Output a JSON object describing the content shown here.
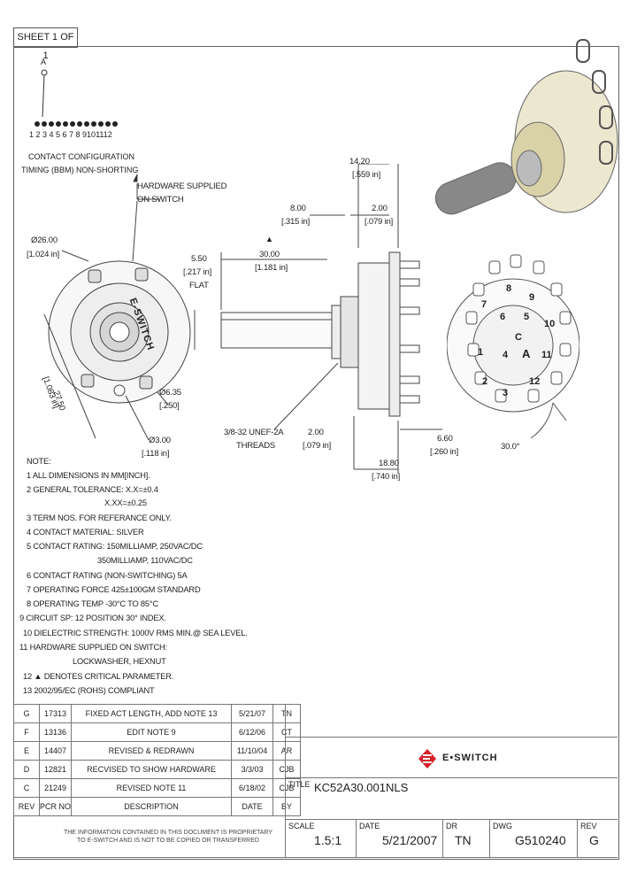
{
  "sheet_label": "SHEET 1 OF 1",
  "contact_diagram": {
    "marker": "A",
    "numbers": "1 2 3 4 5 6 7 8 9101112",
    "caption_line1": "CONTACT CONFIGURATION",
    "caption_line2": "TIMING (BBM) NON-SHORTING"
  },
  "front_view": {
    "hardware_note_line1": "HARDWARE SUPPLIED",
    "hardware_note_line2": "ON SWITCH",
    "dia_mm": "Ø26.00",
    "dia_in": "[1.024 in]",
    "bolt_mm": "27.50",
    "bolt_in": "[1.083 in]",
    "pin_mm": "Ø6.35",
    "pin_in": "[.250]",
    "hole_mm": "Ø3.00",
    "hole_in": "[.118 in]",
    "brand_text": "E-SWITCH"
  },
  "side_view": {
    "d1420_mm": "14.20",
    "d1420_in": "[.559 in]",
    "d800_mm": "8.00",
    "d800_in": "[.315 in]",
    "d200a_mm": "2.00",
    "d200a_in": "[.079 in]",
    "d3000_mm": "30.00",
    "d3000_in": "[1.181 in]",
    "d550_mm": "5.50",
    "d550_in": "[.217 in]",
    "flat_label": "FLAT",
    "thread_line1": "3/8-32 UNEF-2A",
    "thread_line2": "THREADS",
    "d200b_mm": "2.00",
    "d200b_in": "[.079 in]",
    "d660_mm": "6.60",
    "d660_in": "[.260 in]",
    "d1880_mm": "18.80",
    "d1880_in": "[.740 in]"
  },
  "rear_view": {
    "angle_label": "30.0°",
    "terminal_labels": [
      "7",
      "8",
      "9",
      "10",
      "11",
      "12",
      "1",
      "2",
      "3",
      "4",
      "5",
      "6",
      "A",
      "C"
    ]
  },
  "notes": {
    "heading": "NOTE:",
    "lines": [
      "1  ALL DIMENSIONS IN MM[INCH].",
      "2  GENERAL TOLERANCE: X.X=±0.4",
      "X.XX=±0.25",
      "3  TERM NOS. FOR REFERANCE ONLY.",
      "4  CONTACT MATERIAL: SILVER",
      "5  CONTACT RATING: 150MILLIAMP, 250VAC/DC",
      "350MILLIAMP, 110VAC/DC",
      "6  CONTACT RATING (NON-SWITCHING) 5A",
      "7  OPERATING FORCE 425±100GM STANDARD",
      "8  OPERATING TEMP -30°C TO 85°C",
      "9  CIRCUIT SP: 12 POSITION 30° INDEX.",
      "10  DIELECTRIC STRENGTH: 1000V RMS MIN.@ SEA LEVEL.",
      "11  HARDWARE SUPPLIED ON SWITCH:",
      "LOCKWASHER, HEXNUT",
      "12  ▲ DENOTES CRITICAL PARAMETER.",
      "13  2002/95/EC (ROHS) COMPLIANT"
    ]
  },
  "revision_table": {
    "rows": [
      [
        "G",
        "17313",
        "FIXED ACT LENGTH, ADD NOTE 13",
        "5/21/07",
        "TN"
      ],
      [
        "F",
        "13136",
        "EDIT NOTE 9",
        "6/12/06",
        "CT"
      ],
      [
        "E",
        "14407",
        "REVISED & REDRAWN",
        "11/10/04",
        "AR"
      ],
      [
        "D",
        "12821",
        "RECVISED TO SHOW HARDWARE",
        "3/3/03",
        "CJB"
      ],
      [
        "C",
        "21249",
        "REVISED NOTE 11",
        "6/18/02",
        "CJB"
      ]
    ],
    "header": [
      "REV",
      "PCR NO",
      "DESCRIPTION",
      "DATE",
      "BY"
    ]
  },
  "disclaimer": "THE INFORMATION CONTAINED IN THIS DOCUMENT IS PROPRIETARY TO E-SWITCH AND IS NOT TO BE COPIED OR TRANSFERRED",
  "title_block": {
    "logo_text": "E•SWITCH",
    "title_label": "TITLE",
    "title_value": "KC52A30.001NLS",
    "scale_label": "SCALE",
    "scale_value": "1.5:1",
    "date_label": "DATE",
    "date_value": "5/21/2007",
    "dr_label": "DR",
    "dr_value": "TN",
    "dwg_label": "DWG",
    "dwg_value": "G510240",
    "rev_label": "REV",
    "rev_value": "G"
  },
  "colors": {
    "line": "#444444",
    "accent": "#d8202a"
  }
}
